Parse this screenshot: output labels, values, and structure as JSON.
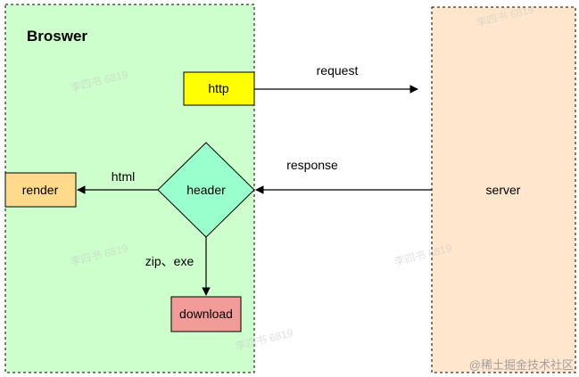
{
  "diagram": {
    "browser_title": "Broswer",
    "nodes": {
      "http": "http",
      "header": "header",
      "render": "render",
      "download": "download",
      "server": "server"
    },
    "edges": {
      "request": "request",
      "response": "response",
      "html": "html",
      "zip_exe": "zip、exe"
    },
    "colors": {
      "browser_bg": "#ccffcc",
      "server_bg": "#ffe6cc",
      "http_fill": "#ffff00",
      "header_fill": "#99ffcc",
      "render_fill": "#ffd98c",
      "download_fill": "#f19c99"
    }
  },
  "watermark": {
    "repeat_text": "李四书 6819",
    "credit": "@稀土掘金技术社区"
  }
}
